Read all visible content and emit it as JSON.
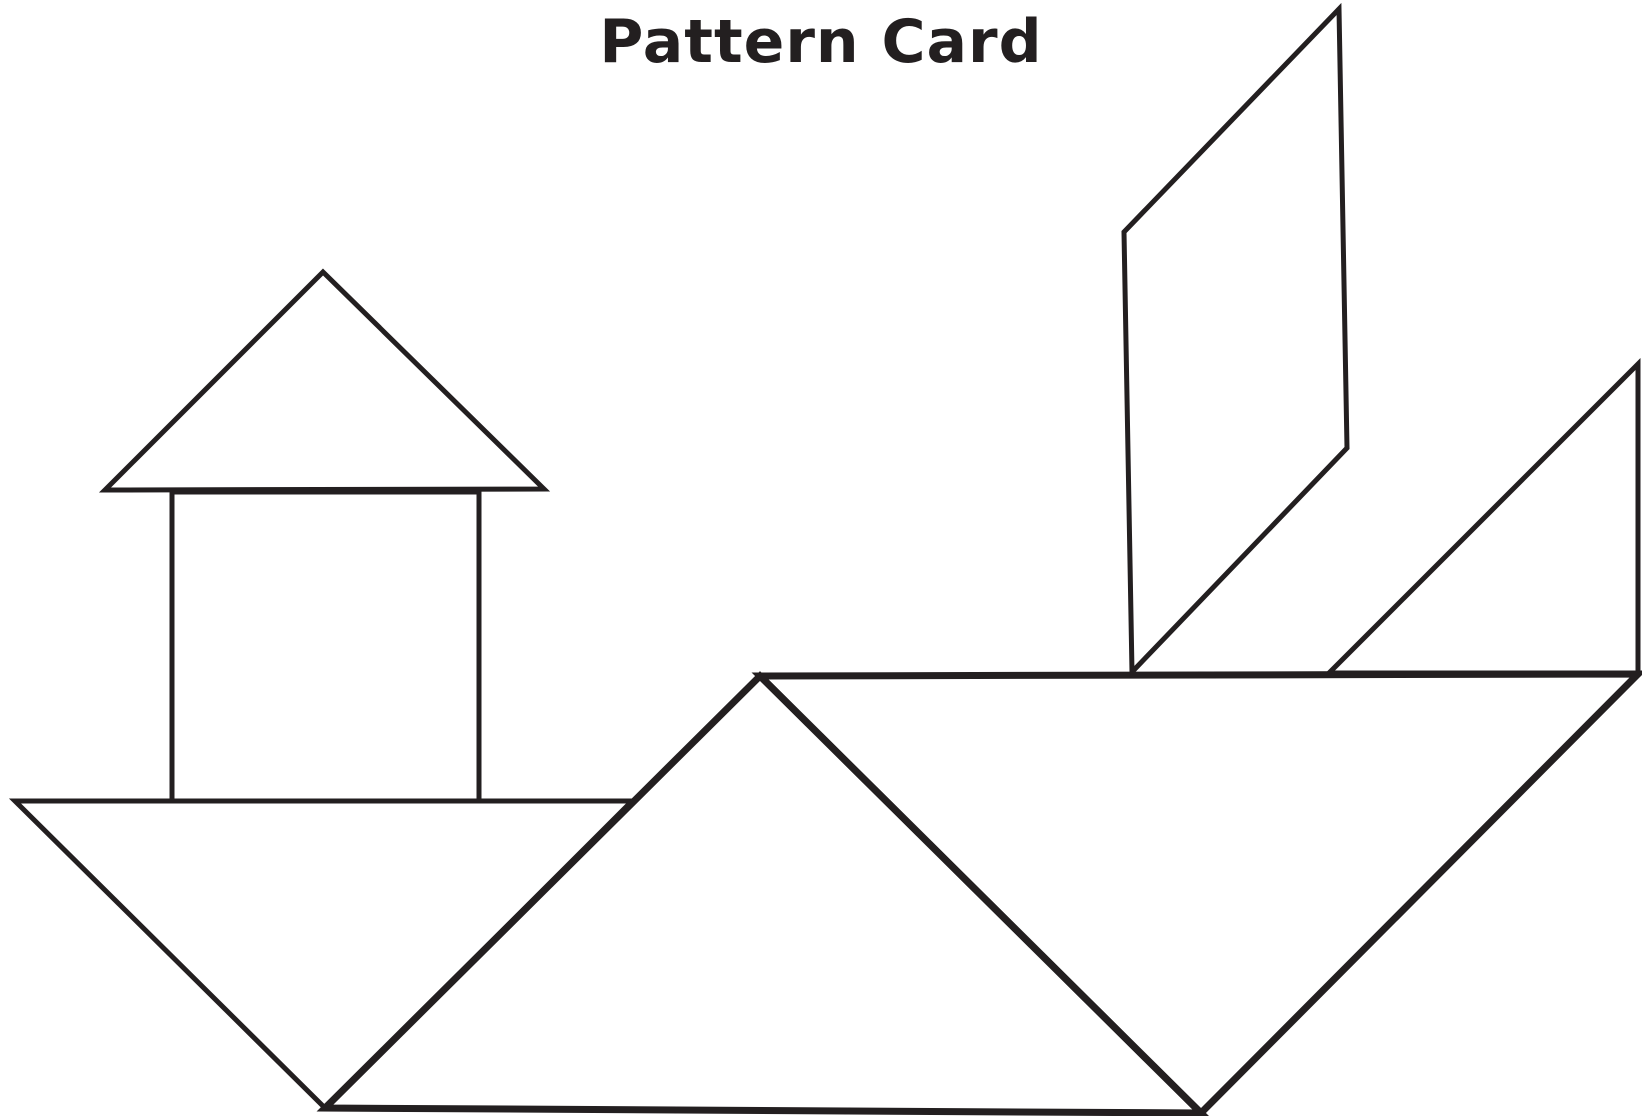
{
  "title": "Pattern Card",
  "stroke_color": "#231f20",
  "background_color": "#ffffff",
  "pieces": [
    {
      "name": "tower-roof-triangle",
      "shape": "triangle"
    },
    {
      "name": "tower-square",
      "shape": "square"
    },
    {
      "name": "left-hull-triangle",
      "shape": "triangle"
    },
    {
      "name": "center-large-triangle",
      "shape": "triangle"
    },
    {
      "name": "right-large-triangle",
      "shape": "triangle"
    },
    {
      "name": "mast-parallelogram",
      "shape": "parallelogram"
    },
    {
      "name": "sail-triangle",
      "shape": "triangle"
    }
  ]
}
